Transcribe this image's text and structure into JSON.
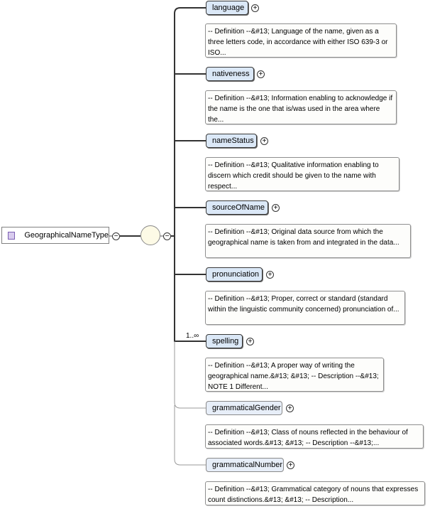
{
  "root": {
    "label": "GeographicalNameType",
    "collapse_symbol": "−"
  },
  "sequence": {
    "collapse_symbol": "−"
  },
  "expand_symbol": "+",
  "elements": [
    {
      "name": "language",
      "doc": "-- Definition --&#13; Language of the name, given as a three letters code, in accordance with either ISO 639-3 or ISO..."
    },
    {
      "name": "nativeness",
      "doc": "-- Definition --&#13; Information enabling to acknowledge if the name is the one that is/was used in the area where the..."
    },
    {
      "name": "nameStatus",
      "doc": "-- Definition --&#13; Qualitative information enabling to discern which credit should be given to the name with respect..."
    },
    {
      "name": "sourceOfName",
      "doc": "-- Definition --&#13; Original data source from which the geographical name is taken from and integrated in the data..."
    },
    {
      "name": "pronunciation",
      "doc": "-- Definition --&#13; Proper, correct or standard (standard within the linguistic community concerned) pronunciation of..."
    },
    {
      "name": "spelling",
      "occurs": "1..∞",
      "doc": "-- Definition --&#13; A proper way of writing the geographical name.&#13; &#13; -- Description --&#13; NOTE 1 Different..."
    },
    {
      "name": "grammaticalGender",
      "doc": "-- Definition --&#13; Class of nouns reflected in the behaviour of associated words.&#13; &#13; -- Description --&#13;..."
    },
    {
      "name": "grammaticalNumber",
      "doc": "-- Definition --&#13; Grammatical category of nouns that expresses count distinctions.&#13; &#13; -- Description..."
    }
  ]
}
